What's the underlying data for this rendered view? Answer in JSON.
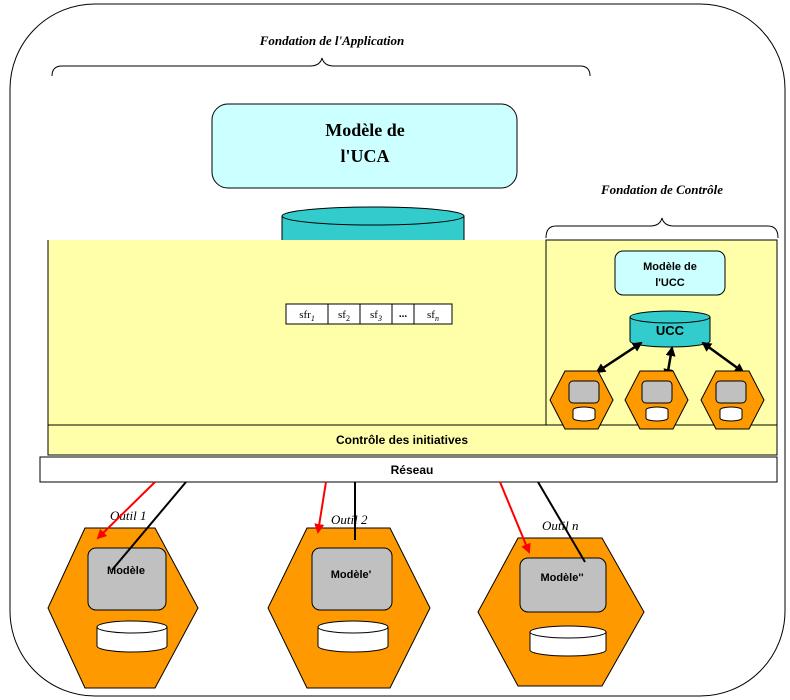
{
  "labels": {
    "app_foundation": "Fondation de l'Application",
    "uca_model_line1": "Modèle de",
    "uca_model_line2": "l'UCA",
    "control_foundation": "Fondation de Contrôle",
    "ucc_model_line1": "Modèle de",
    "ucc_model_line2": "l'UCC",
    "ucc": "UCC",
    "initiatives_control": "Contrôle des initiatives",
    "network": "Réseau"
  },
  "sfr_cells": [
    {
      "base": "sf",
      "tail": "r",
      "sub": "1",
      "sub_italic": true
    },
    {
      "base": "sf",
      "tail": "",
      "sub": "2",
      "sub_italic": false
    },
    {
      "base": "sf",
      "tail": "",
      "sub": "3",
      "sub_italic": true
    },
    {
      "base": "...",
      "tail": "",
      "sub": "",
      "sub_italic": false
    },
    {
      "base": "sf",
      "tail": "",
      "sub": "n",
      "sub_italic": true
    }
  ],
  "tools": [
    {
      "name": "Outil 1",
      "model": "Modèle"
    },
    {
      "name": "Outil 2",
      "model": "Modèle'"
    },
    {
      "name": "Outil n",
      "model": "Modèle''"
    }
  ],
  "colors": {
    "yellow_panel": "#ffffaa",
    "cyan_model": "#ccffff",
    "teal_db": "#33cccc",
    "orange_hex": "#ff9900",
    "gray_box": "#c0c0c0",
    "red_arrow": "#ff0000"
  }
}
